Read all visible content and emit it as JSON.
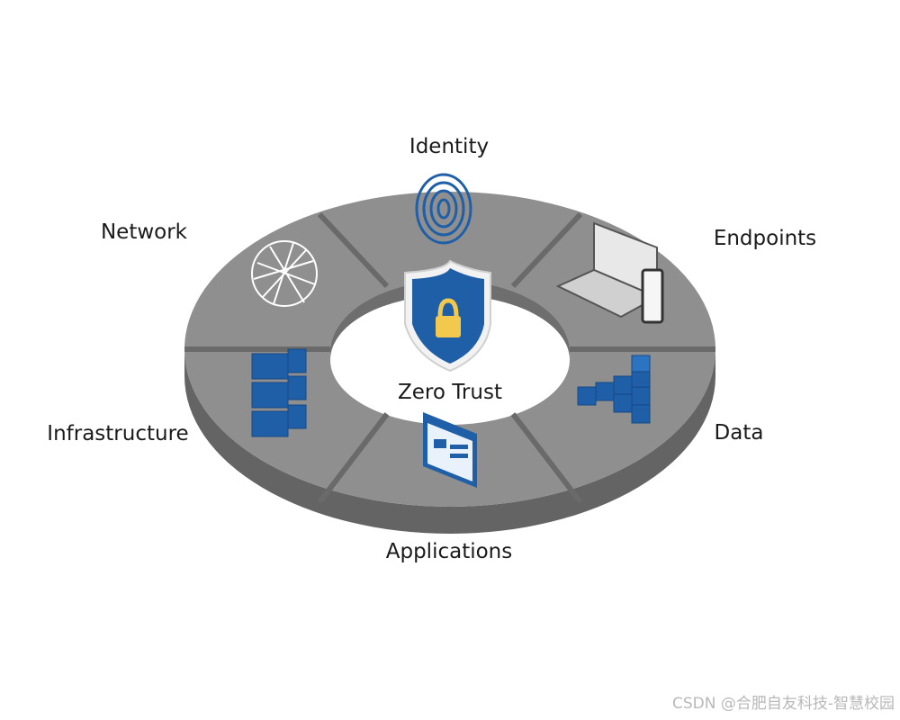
{
  "diagram": {
    "center_label": "Zero Trust",
    "segments": [
      {
        "label": "Identity",
        "icon": "fingerprint-icon"
      },
      {
        "label": "Endpoints",
        "icon": "laptop-phone-icon"
      },
      {
        "label": "Data",
        "icon": "data-blocks-icon"
      },
      {
        "label": "Applications",
        "icon": "app-window-icon"
      },
      {
        "label": "Infrastructure",
        "icon": "server-rack-icon"
      },
      {
        "label": "Network",
        "icon": "network-mesh-icon"
      }
    ],
    "center_icon": "shield-lock-icon",
    "colors": {
      "ring_top": "#8f8f8f",
      "ring_side": "#666666",
      "ring_gap": "#555555",
      "accent_blue": "#1f5fa8",
      "lock_yellow": "#f2c94c"
    }
  },
  "watermark": "CSDN @合肥自友科技-智慧校园"
}
